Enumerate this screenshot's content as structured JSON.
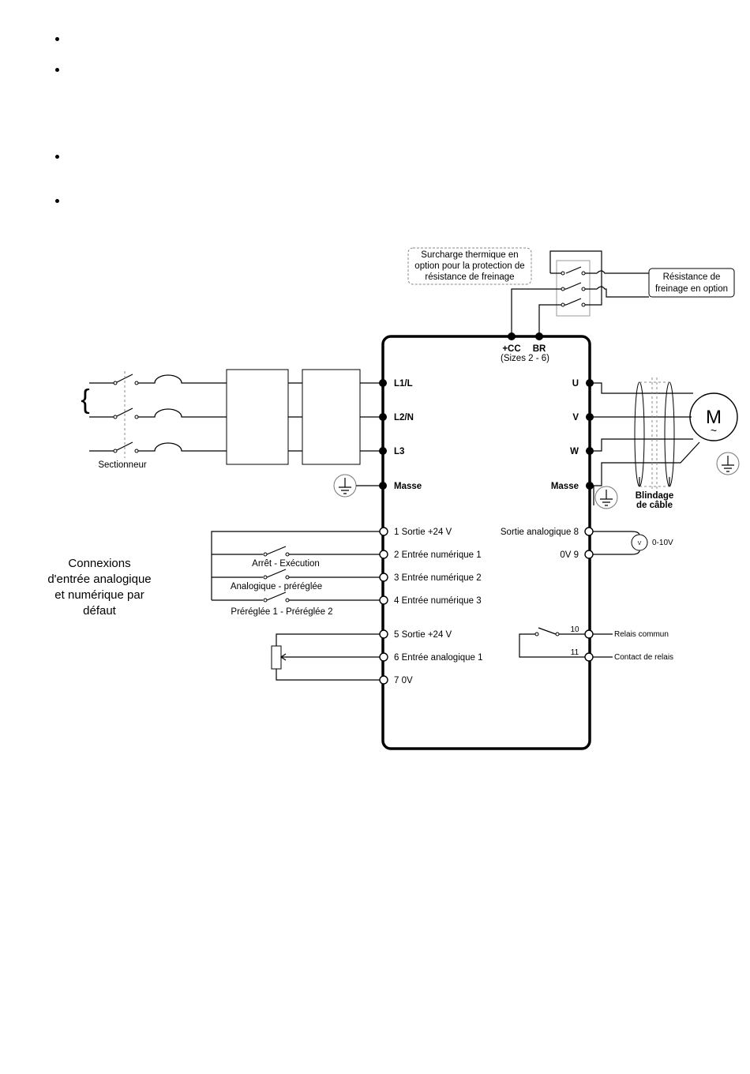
{
  "overload_note": {
    "line1": "Surcharge thermique en",
    "line2": "option pour la protection de",
    "line3": "résistance de freinage"
  },
  "brake_resistor": {
    "line1": "Résistance de",
    "line2": "freinage en option"
  },
  "dc_terminals": {
    "cc": "+CC",
    "br": "BR",
    "sizes": "(Sizes 2 - 6)"
  },
  "power_inputs": [
    "L1/L",
    "L2/N",
    "L3"
  ],
  "motor_outputs": [
    "U",
    "V",
    "W"
  ],
  "ground_label": "Masse",
  "isolator_label": "Sectionneur",
  "motor_symbol": "M",
  "motor_symbol_sub": "~",
  "shield_label": {
    "line1": "Blindage",
    "line2": "de câble"
  },
  "control_left": [
    "1  Sortie +24 V",
    "2 Entrée numérique 1",
    "3 Entrée numérique 2",
    "4 Entrée numérique 3",
    "5  Sortie +24 V",
    "6 Entrée analogique 1",
    "7 0V"
  ],
  "switch_labels": [
    "Arrêt - Exécution",
    "Analogique - préréglée",
    "Préréglée 1 - Préréglée 2"
  ],
  "default_note": [
    "Connexions",
    "d'entrée analogique",
    "et numérique par",
    "défaut"
  ],
  "control_right": {
    "analog_out": "Sortie analogique 8",
    "zero_v": "0V 9",
    "meter_symbol": "V",
    "meter_range": "0-10V",
    "relay_10": "10",
    "relay_11": "11",
    "relay_common": "Relais commun",
    "relay_contact": "Contact de relais"
  }
}
